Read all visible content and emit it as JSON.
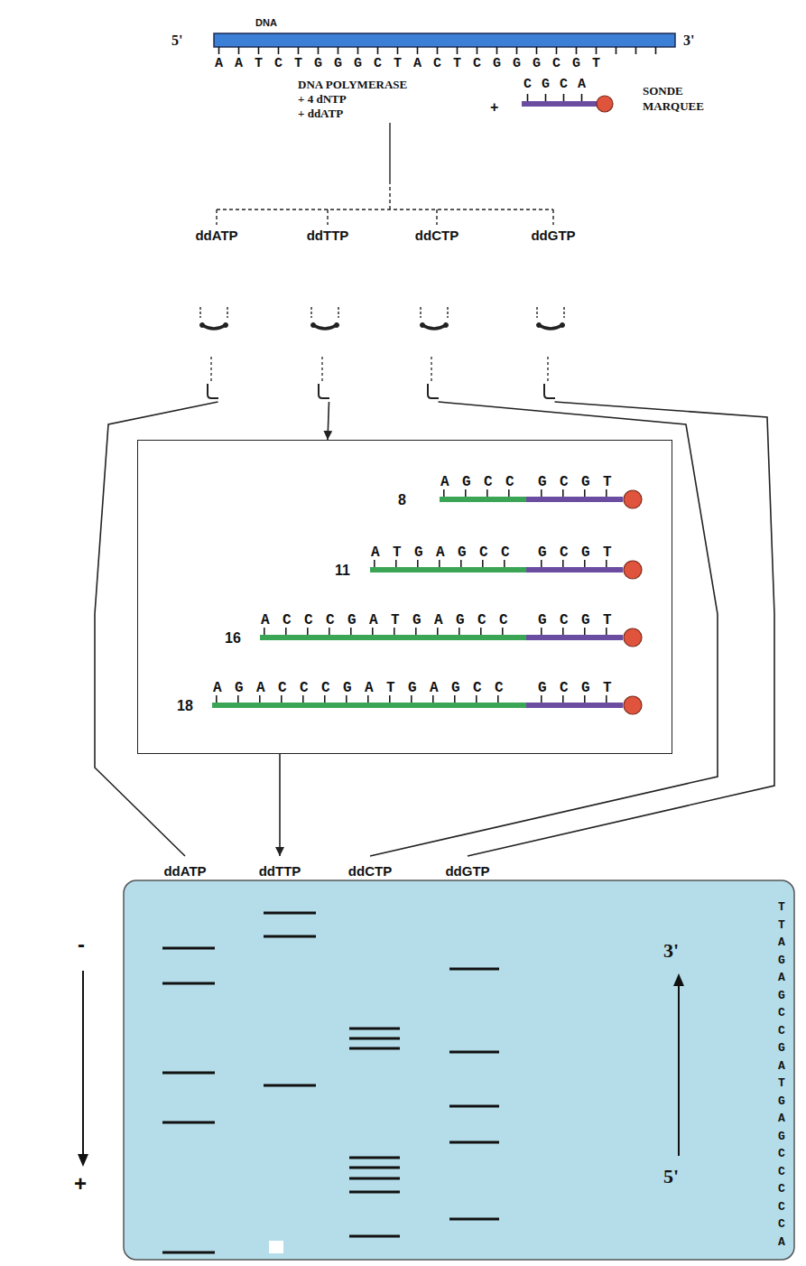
{
  "diagram": {
    "nodes": [
      {
        "text": [
          "ddATP"
        ]
      },
      {
        "text": [
          "ddTTP"
        ]
      },
      {
        "text": [
          "ddCTP"
        ]
      },
      {
        "text": [
          "ddGTP"
        ]
      },
      {
        "text": [
          "8",
          "AGCC",
          "GCGT",
          "11",
          "ATGAGCC",
          "GCGT",
          "16",
          "ACCCGATGAGCC",
          "GCGT",
          "18",
          "AGACCCGATGAGCC",
          "GCGT"
        ]
      },
      {
        "text": [
          "ddATP",
          "ddTTP",
          "ddCTP",
          "ddGTP"
        ]
      }
    ],
    "edges": [
      {
        "from": 0,
        "to": 5,
        "arrow": "none"
      },
      {
        "from": 1,
        "to": 4,
        "arrow": "to"
      },
      {
        "from": 4,
        "to": 5,
        "arrow": "to"
      },
      {
        "from": 2,
        "to": 5,
        "arrow": "none"
      },
      {
        "from": 3,
        "to": 5,
        "arrow": "none"
      }
    ],
    "labels": [
      "5'",
      "DNA",
      "3'",
      "AATCTGGGCTACTCGGGCGT",
      "DNA POLYMERASE",
      "+ 4 dNTP",
      "+ ddATP",
      "+",
      "CGCA",
      "SONDE MARQUEE",
      "-",
      "+",
      "TTAGAGCCGATGAGCCCCCA",
      "3'",
      "5'"
    ]
  }
}
